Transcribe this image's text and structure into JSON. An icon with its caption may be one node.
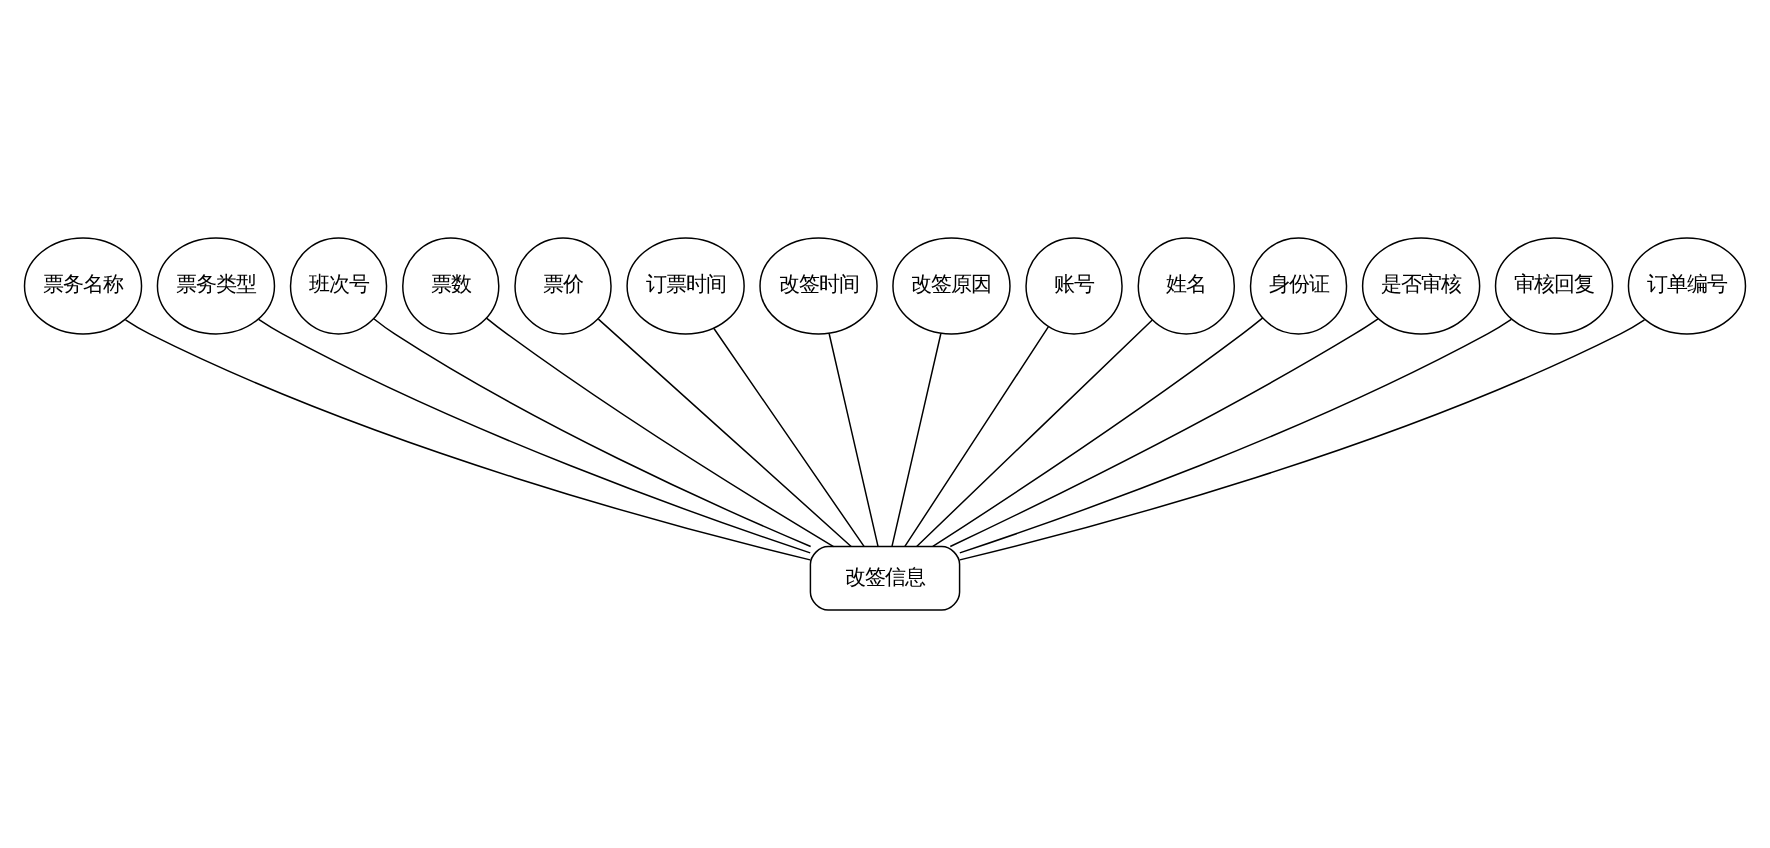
{
  "diagram": {
    "nodes": [
      {
        "text": [
          "票务名称"
        ]
      },
      {
        "text": [
          "票务类型"
        ]
      },
      {
        "text": [
          "班次号"
        ]
      },
      {
        "text": [
          "票数"
        ]
      },
      {
        "text": [
          "票价"
        ]
      },
      {
        "text": [
          "订票时间"
        ]
      },
      {
        "text": [
          "改签时间"
        ]
      },
      {
        "text": [
          "改签原因"
        ]
      },
      {
        "text": [
          "账号"
        ]
      },
      {
        "text": [
          "姓名"
        ]
      },
      {
        "text": [
          "身份证"
        ]
      },
      {
        "text": [
          "是否审核"
        ]
      },
      {
        "text": [
          "审核回复"
        ]
      },
      {
        "text": [
          "订单编号"
        ]
      },
      {
        "text": [
          "改签信息"
        ]
      }
    ],
    "edges": [
      {
        "from": 14,
        "to": 0,
        "arrow": "none"
      },
      {
        "from": 14,
        "to": 1,
        "arrow": "none"
      },
      {
        "from": 14,
        "to": 2,
        "arrow": "none"
      },
      {
        "from": 14,
        "to": 3,
        "arrow": "none"
      },
      {
        "from": 14,
        "to": 4,
        "arrow": "none"
      },
      {
        "from": 14,
        "to": 5,
        "arrow": "none"
      },
      {
        "from": 14,
        "to": 6,
        "arrow": "none"
      },
      {
        "from": 14,
        "to": 7,
        "arrow": "none"
      },
      {
        "from": 14,
        "to": 8,
        "arrow": "none"
      },
      {
        "from": 14,
        "to": 9,
        "arrow": "none"
      },
      {
        "from": 14,
        "to": 10,
        "arrow": "none"
      },
      {
        "from": 14,
        "to": 11,
        "arrow": "none"
      },
      {
        "from": 14,
        "to": 12,
        "arrow": "none"
      },
      {
        "from": 14,
        "to": 13,
        "arrow": "none"
      }
    ]
  }
}
